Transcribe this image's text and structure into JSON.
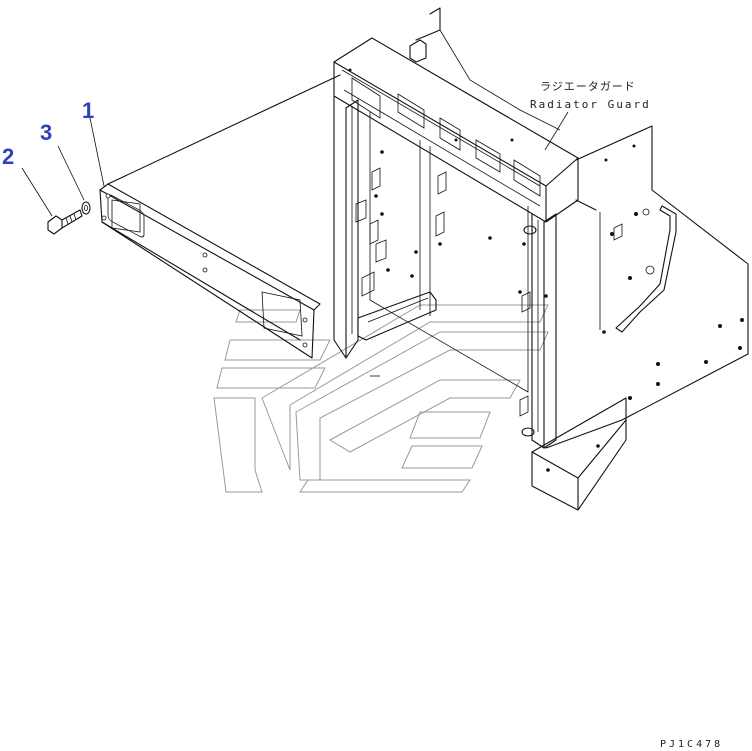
{
  "diagram": {
    "callouts": [
      {
        "id": "1",
        "text": "1"
      },
      {
        "id": "2",
        "text": "2"
      },
      {
        "id": "3",
        "text": "3"
      }
    ],
    "part_name_jp": "ラジエータガード",
    "part_name_en": "Radiator Guard",
    "drawing_code": "PJ1C478",
    "colors": {
      "callout": "#2f3fbf",
      "line": "#111111",
      "watermark": "#9a9a9a",
      "background": "#ffffff"
    }
  }
}
